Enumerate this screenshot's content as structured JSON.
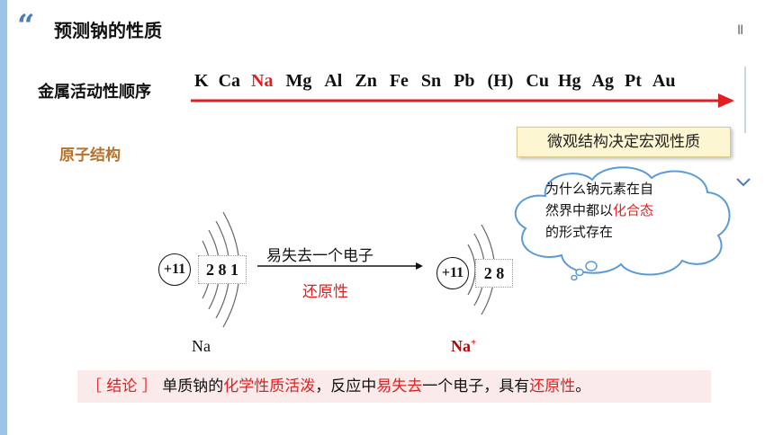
{
  "header": {
    "quote_mark": "“",
    "title": "预测钠的性质",
    "pause_symbol": "II"
  },
  "activity_series": {
    "label": "金属活动性顺序",
    "elements": [
      {
        "symbol": "K",
        "highlight": false
      },
      {
        "symbol": "Ca",
        "highlight": false
      },
      {
        "symbol": "Na",
        "highlight": true
      },
      {
        "symbol": "Mg",
        "highlight": false
      },
      {
        "symbol": "Al",
        "highlight": false
      },
      {
        "symbol": "Zn",
        "highlight": false
      },
      {
        "symbol": "Fe",
        "highlight": false
      },
      {
        "symbol": "Sn",
        "highlight": false
      },
      {
        "symbol": "Pb",
        "highlight": false
      },
      {
        "symbol": "(H)",
        "highlight": false
      },
      {
        "symbol": "Cu",
        "highlight": false
      },
      {
        "symbol": "Hg",
        "highlight": false
      },
      {
        "symbol": "Ag",
        "highlight": false
      },
      {
        "symbol": "Pt",
        "highlight": false
      },
      {
        "symbol": "Au",
        "highlight": false
      }
    ],
    "arrow_color": "#e02020",
    "highlight_color": "#e02020"
  },
  "section": {
    "label": "原子结构"
  },
  "banner": {
    "text": "微观结构决定宏观性质"
  },
  "chevron_icon": "chevron-down-icon",
  "thought_bubble": {
    "line1": "为什么钠元素在自",
    "line2_before": "然界中都以",
    "line2_highlight": "化合态",
    "line3": "的形式存在"
  },
  "atom_na": {
    "nucleus": "+11",
    "shells": "2 8 1",
    "label": "Na"
  },
  "atom_na_ion": {
    "nucleus": "+11",
    "shells": "2 8",
    "label": "Na",
    "charge": "+"
  },
  "process": {
    "top": "易失去一个电子",
    "bottom": "还原性"
  },
  "conclusion": {
    "tag": "［ 结论 ］",
    "part1": "单质钠的",
    "hl1": "化学性质活泼",
    "part2": "，反应中",
    "hl2": "易失去",
    "part3": "一个电子，具有",
    "hl3": "还原性",
    "part4": "。"
  },
  "colors": {
    "accent_blue": "#4a7cb5",
    "brown": "#b8732b",
    "red": "#e02020",
    "ion_red": "#c00000"
  }
}
